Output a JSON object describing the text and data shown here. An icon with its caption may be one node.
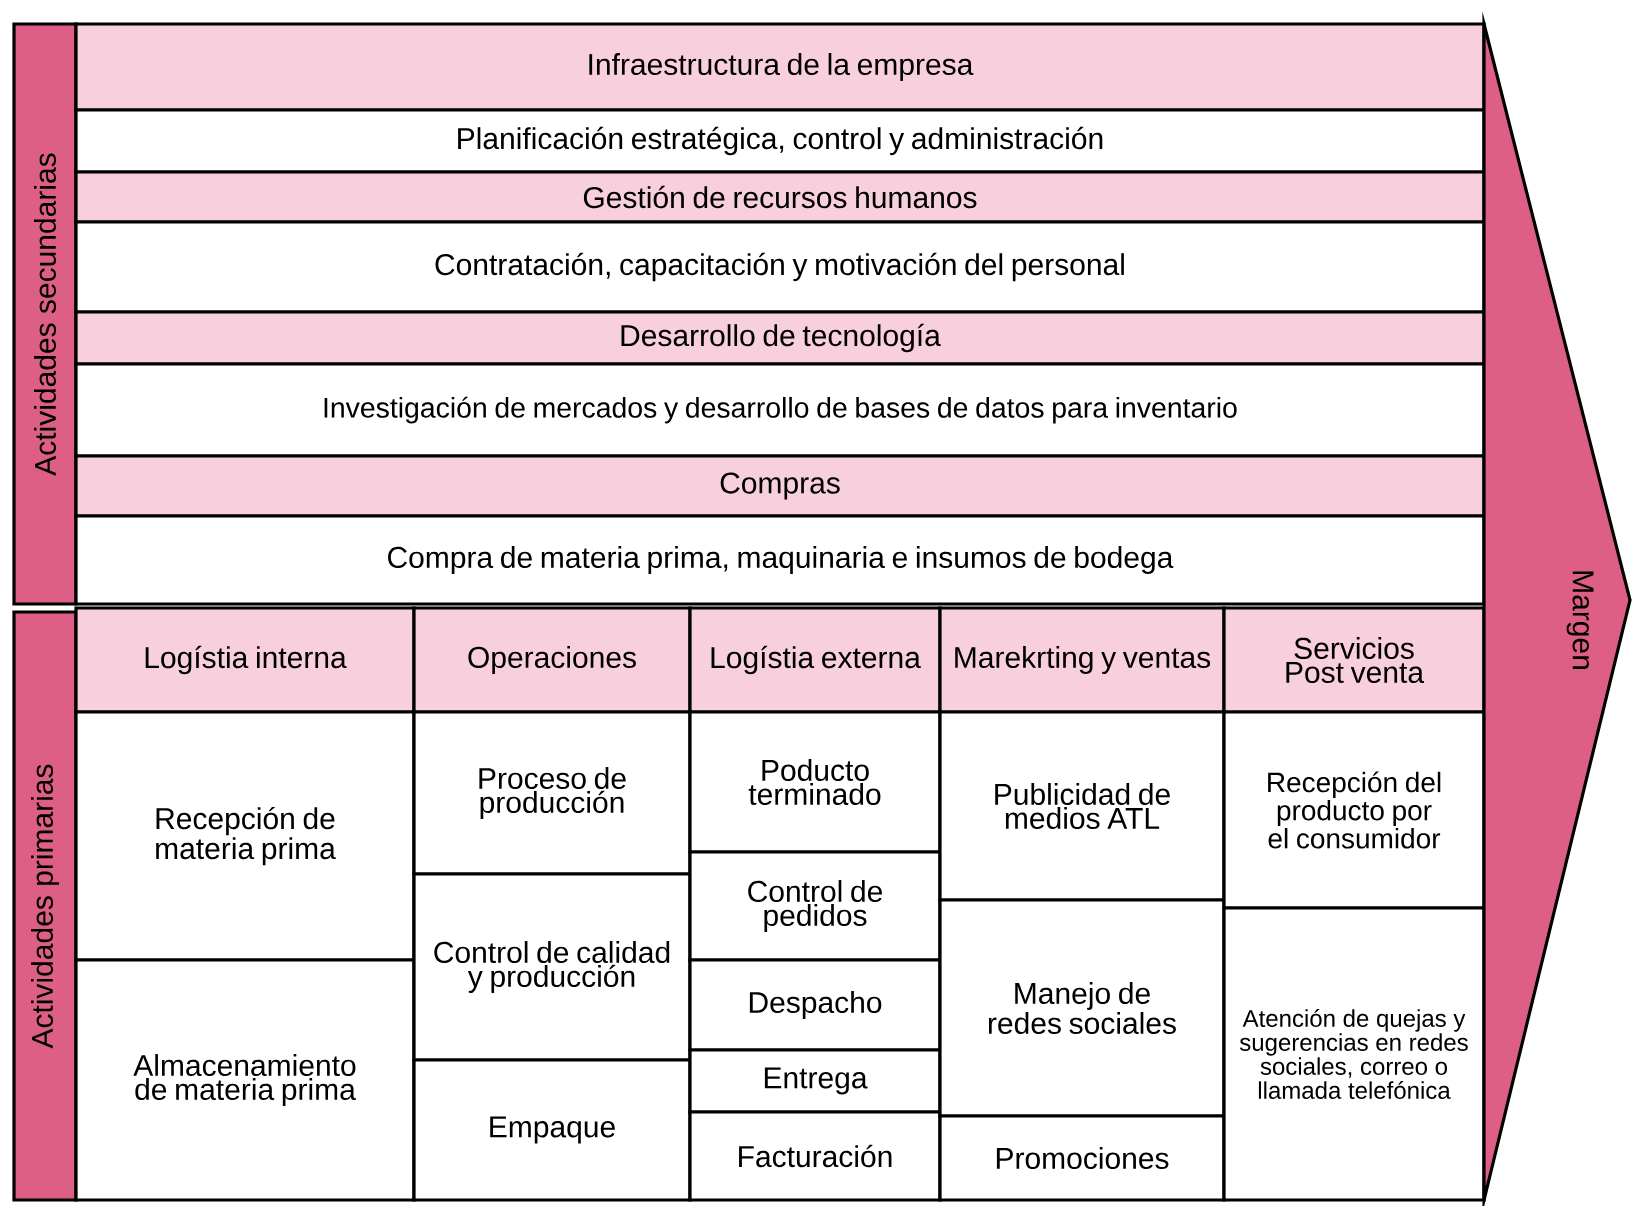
{
  "diagram": {
    "nodes": [
      {
        "text": [
          "Actividades secundarias"
        ]
      },
      {
        "text": [
          "Infraestructura de la empresa"
        ]
      },
      {
        "text": [
          "Planificación estratégica, control y administración"
        ]
      },
      {
        "text": [
          "Gestión de recursos humanos"
        ]
      },
      {
        "text": [
          "Contratación, capacitación y motivación del personal"
        ]
      },
      {
        "text": [
          "Desarrollo de tecnología"
        ]
      },
      {
        "text": [
          "Investigación de mercados y desarrollo de bases de datos para inventario"
        ]
      },
      {
        "text": [
          "Compras"
        ]
      },
      {
        "text": [
          "Compra de materia prima, maquinaria e insumos de bodega"
        ]
      },
      {
        "text": [
          "Actividades primarias"
        ]
      },
      {
        "text": [
          "Logístia interna"
        ]
      },
      {
        "text": [
          "Operaciones"
        ]
      },
      {
        "text": [
          "Logístia externa"
        ]
      },
      {
        "text": [
          "Marekrting y ventas"
        ]
      },
      {
        "text": [
          "Servicios Post venta"
        ]
      },
      {
        "text": [
          "Recepción de materia prima"
        ]
      },
      {
        "text": [
          "Almacenamiento de materia prima"
        ]
      },
      {
        "text": [
          "Proceso de producción"
        ]
      },
      {
        "text": [
          "Control de calidad y producción"
        ]
      },
      {
        "text": [
          "Empaque"
        ]
      },
      {
        "text": [
          "Poducto terminado"
        ]
      },
      {
        "text": [
          "Control de pedidos"
        ]
      },
      {
        "text": [
          "Despacho"
        ]
      },
      {
        "text": [
          "Entrega"
        ]
      },
      {
        "text": [
          "Facturación"
        ]
      },
      {
        "text": [
          "Publicidad de medios ATL"
        ]
      },
      {
        "text": [
          "Manejo de redes sociales"
        ]
      },
      {
        "text": [
          "Promociones"
        ]
      },
      {
        "text": [
          "Recepción del producto por el consumidor"
        ]
      },
      {
        "text": [
          "Atención de quejas y sugerencias en redes sociales, correo o llamada telefónica"
        ]
      },
      {
        "text": [
          "Margen"
        ]
      }
    ]
  }
}
